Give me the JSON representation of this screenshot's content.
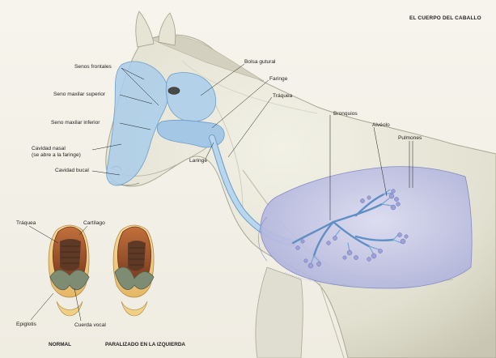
{
  "header": {
    "title": "EL CUERPO DEL CABALLO"
  },
  "labels": {
    "senos_frontales": "Senos frontales",
    "seno_maxilar_superior": "Seno maxilar superior",
    "seno_maxilar_inferior": "Seno maxilar inferior",
    "cavidad_nasal_1": "Cavidad nasal",
    "cavidad_nasal_2": "(se abre a la faringe)",
    "cavidad_bucal": "Cavidad bucal",
    "bolsa_gutural": "Bolsa gutural",
    "faringe": "Faringe",
    "traquea": "Tráquea",
    "laringe": "Laringe",
    "bronquios": "Bronquios",
    "alveolo": "Alvéolo",
    "pulmones": "Pulmones"
  },
  "inset": {
    "traquea": "Tráquea",
    "cartilago": "Cartílago",
    "epiglotis": "Epiglotis",
    "cuerda_vocal": "Cuerda vocal",
    "caption_normal": "NORMAL",
    "caption_paralizado": "PARALIZADO EN LA IZQUIERDA"
  },
  "colors": {
    "airway": "#a9cdea",
    "airway_stroke": "#6e9ec8",
    "lung": "#c6c8e6",
    "horse_coat": "#e6e4d6",
    "horse_shadow": "#b9b7a4",
    "larynx_brown": "#a5582f",
    "larynx_cream": "#f0cf86"
  }
}
